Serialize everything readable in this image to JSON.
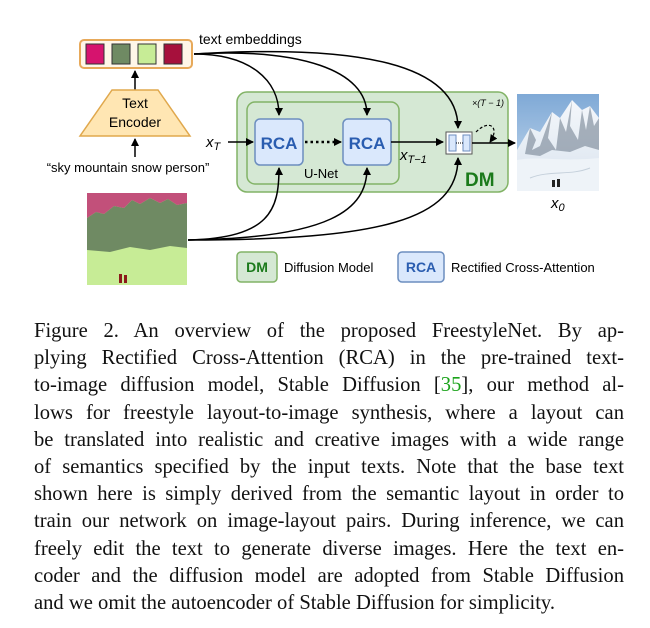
{
  "figure": {
    "embeddings_label": "text embeddings",
    "encoder_label_line1": "Text",
    "encoder_label_line2": "Encoder",
    "prompt": "“sky mountain snow person”",
    "x_T": "x",
    "x_T_sub": "T",
    "x_T1": "x",
    "x_T1_sub": "T−1",
    "x_0": "x",
    "x_0_sub": "0",
    "rca_label": "RCA",
    "unet_label": "U-Net",
    "dm_label": "DM",
    "loop_label": "×(T − 1)",
    "legend": {
      "dm_tag": "DM",
      "dm_text": "Diffusion Model",
      "rca_tag": "RCA",
      "rca_text": "Rectified Cross-Attention"
    },
    "colors": {
      "embedding_1": "#d6136e",
      "embedding_2": "#6f8a63",
      "embedding_3": "#c7ec96",
      "embedding_4": "#a6103c",
      "dm_fill": "#d5e8d4",
      "dm_border": "#82b366",
      "dm_text": "#1b7a1b",
      "rca_fill": "#dae8fc",
      "rca_border": "#6c8ebf",
      "rca_text": "#2a5db0",
      "encoder_fill": "#ffe6b3",
      "layout_sky": "#c2507a",
      "layout_mountain": "#6f8a63",
      "layout_snow": "#c7ec96"
    }
  },
  "caption": {
    "lines": [
      "Figure 2.  An overview of the proposed FreestyleNet.  By ap-",
      "plying Rectified Cross-Attention (RCA) in the pre-trained text-",
      "to-image diffusion model, Stable Diffusion [",
      "lows for freestyle layout-to-image synthesis, where a layout can",
      "be translated into realistic and creative images with a wide range",
      "of semantics specified by the input texts.  Note that the base text",
      "shown here is simply derived from the semantic layout in order to",
      "train our network on image-layout pairs.  During inference, we can",
      "freely edit the text to generate diverse images.  Here the text en-",
      "coder and the diffusion model are adopted from Stable Diffusion",
      "and we omit the autoencoder of Stable Diffusion for simplicity."
    ],
    "cite_number": "35",
    "line3_rest": "], our method al-"
  }
}
